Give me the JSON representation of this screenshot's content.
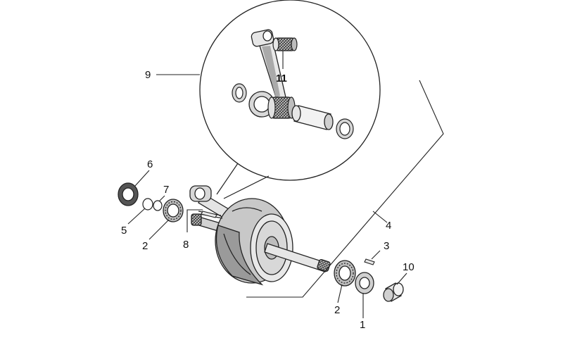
{
  "callouts": {
    "p1": "1",
    "p2_left": "2",
    "p2_right": "2",
    "p3": "3",
    "p4": "4",
    "p5": "5",
    "p6": "6",
    "p7": "7",
    "p8": "8",
    "p9": "9",
    "p10": "10",
    "p11": "11"
  },
  "colors": {
    "line": "#222222",
    "part_fill_light": "#e6e6e6",
    "part_fill_mid": "#bdbdbd",
    "part_fill_dark": "#555555"
  }
}
